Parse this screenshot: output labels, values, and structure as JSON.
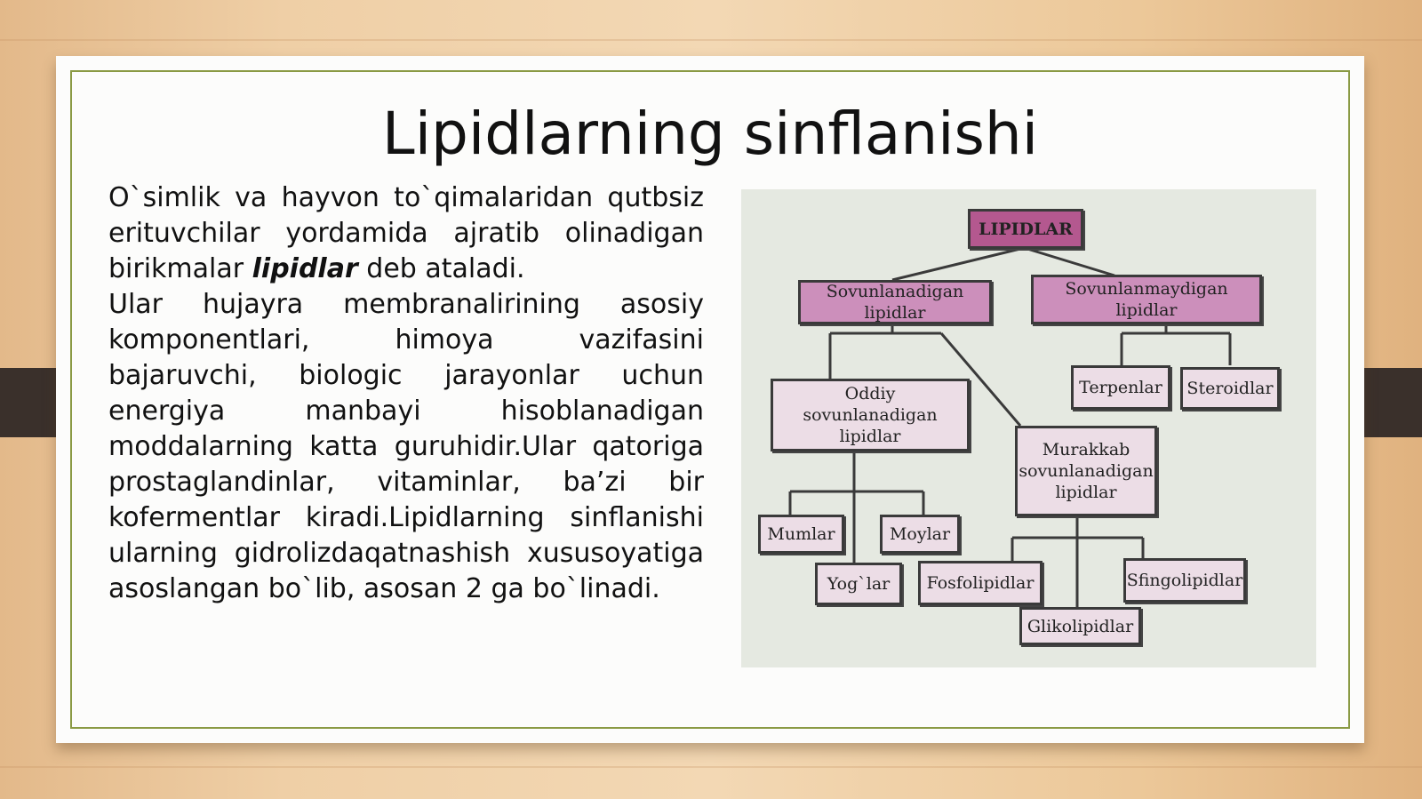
{
  "slide": {
    "title": "Lipidlarning sinflanishi",
    "paragraph1_before": "O`simlik va hayvon to`qimalaridan qutbsiz erituvchilar yordamida ajratib olinadigan birikmalar ",
    "paragraph1_emphasis": "lipidlar",
    "paragraph1_after": " deb ataladi.",
    "paragraph2": "Ular hujayra membranalirining asosiy komponentlari, himoya vazifasini bajaruvchi, biologic jarayonlar uchun energiya manbayi hisoblanadigan moddalarning katta guruhidir.Ular qatoriga prostaglandinlar, vitaminlar, ba’zi bir kofermentlar kiradi.Lipidlarning sinflanishi ularning gidrolizdaqatnashish xususoyatiga asoslangan bo`lib, asosan 2 ga bo`linadi."
  },
  "diagram": {
    "root": "LIPIDLAR",
    "saponifiable": "Sovunlanadigan lipidlar",
    "non_saponifiable": "Sovunlanmaydigan lipidlar",
    "terpenes": "Terpenlar",
    "steroids": "Steroidlar",
    "simple": "Oddiy sovunlanadigan lipidlar",
    "complex": "Murakkab sovunlanadigan lipidlar",
    "waxes": "Mumlar",
    "oils": "Moylar",
    "fats": "Yog`lar",
    "phospholipids": "Fosfolipidlar",
    "sphingolipids": "Sfingolipidlar",
    "glycolipids": "Glikolipidlar"
  },
  "colors": {
    "frame": "#8a9a44",
    "root_box": "#b4588f",
    "level1_box": "#cc8fbb",
    "leaf_box": "#ecdde6"
  }
}
